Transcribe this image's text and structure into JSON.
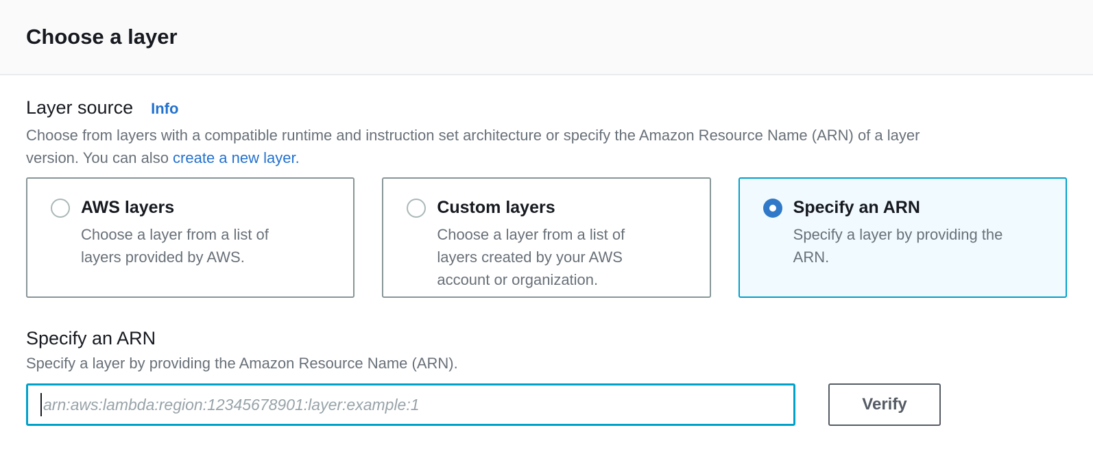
{
  "header": {
    "title": "Choose a layer"
  },
  "layer_source": {
    "label": "Layer source",
    "info_link": "Info",
    "description": "Choose from layers with a compatible runtime and instruction set architecture or specify the Amazon Resource Name (ARN) of a layer\nversion. You can also ",
    "create_link": "create a new layer.",
    "options": [
      {
        "title": "AWS layers",
        "description": "Choose a layer from a list of\nlayers provided by AWS.",
        "selected": false
      },
      {
        "title": "Custom layers",
        "description": "Choose a layer from a list of\nlayers created by your AWS\naccount or organization.",
        "selected": false
      },
      {
        "title": "Specify an ARN",
        "description": "Specify a layer by providing the\nARN.",
        "selected": true
      }
    ]
  },
  "arn_form": {
    "label": "Specify an ARN",
    "description": "Specify a layer by providing the Amazon Resource Name (ARN).",
    "input_value": "",
    "input_placeholder": "arn:aws:lambda:region:12345678901:layer:example:1",
    "verify_label": "Verify"
  },
  "colors": {
    "link_blue": "#2371ce",
    "selected_border": "#00a1c9",
    "selected_background": "#f1faff",
    "radio_checked_blue": "#3079c8",
    "text_primary": "#16191f",
    "text_secondary": "#687078",
    "button_border_gray": "#545b64",
    "header_background": "#fafafa"
  }
}
